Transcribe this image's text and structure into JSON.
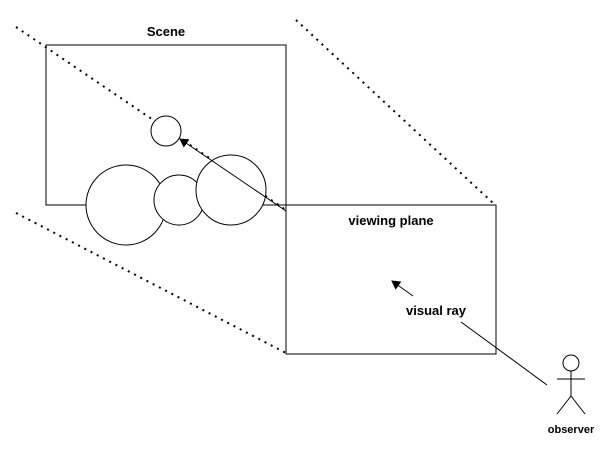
{
  "labels": {
    "scene": "Scene",
    "viewing_plane": "viewing plane",
    "visual_ray": "visual ray",
    "observer": "observer"
  },
  "colors": {
    "stroke": "#000000",
    "background": "#ffffff",
    "text": "#000000"
  }
}
